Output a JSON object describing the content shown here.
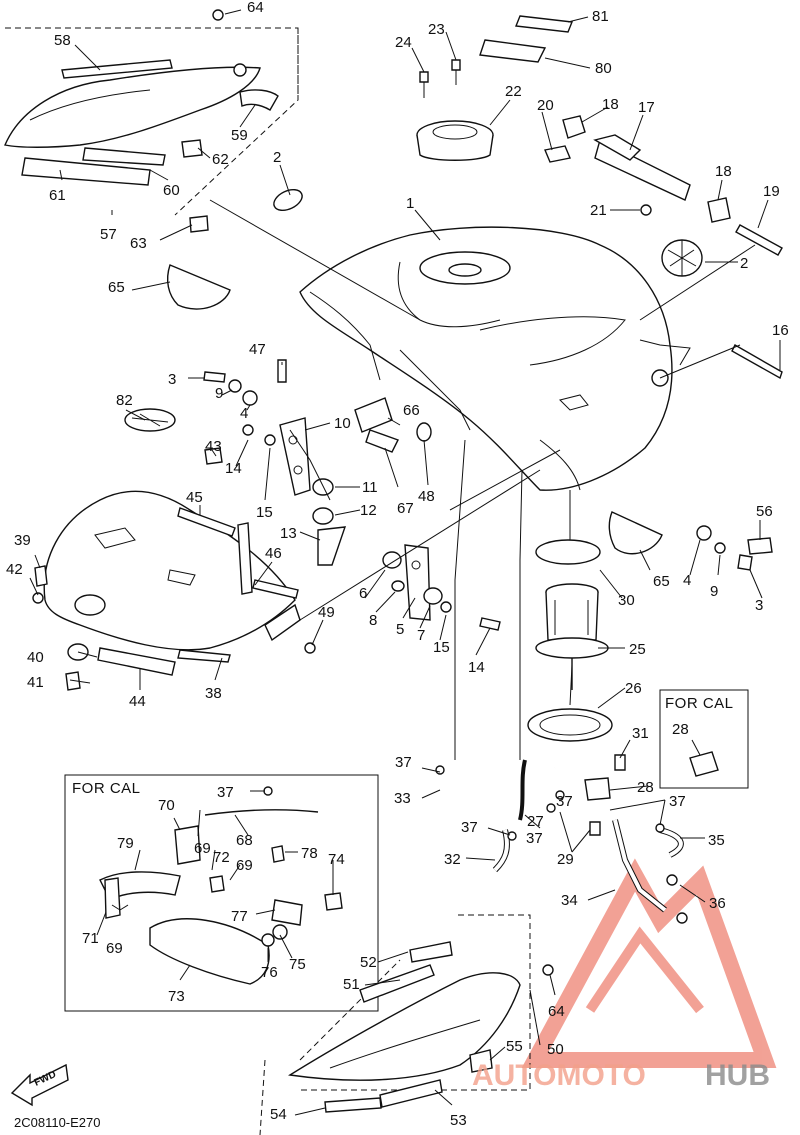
{
  "diagram": {
    "document_code": "2C08110-E270",
    "for_cal_label": "FOR CAL",
    "fwd_label": "FWD",
    "watermark": {
      "part_a": "AUTOMOTO",
      "part_b": "HUB"
    },
    "callouts": [
      "1",
      "2",
      "2",
      "3",
      "3",
      "4",
      "4",
      "5",
      "6",
      "7",
      "8",
      "9",
      "9",
      "10",
      "11",
      "12",
      "13",
      "14",
      "14",
      "15",
      "15",
      "16",
      "17",
      "18",
      "18",
      "19",
      "20",
      "21",
      "22",
      "23",
      "24",
      "25",
      "26",
      "27",
      "28",
      "28",
      "29",
      "30",
      "31",
      "32",
      "33",
      "34",
      "35",
      "36",
      "37",
      "37",
      "37",
      "37",
      "37",
      "37",
      "38",
      "39",
      "40",
      "41",
      "42",
      "43",
      "44",
      "45",
      "46",
      "47",
      "48",
      "49",
      "50",
      "51",
      "52",
      "53",
      "54",
      "55",
      "56",
      "57",
      "58",
      "59",
      "60",
      "61",
      "62",
      "63",
      "64",
      "64",
      "65",
      "65",
      "66",
      "67",
      "68",
      "69",
      "69",
      "69",
      "70",
      "71",
      "72",
      "73",
      "74",
      "75",
      "76",
      "77",
      "78",
      "79",
      "80",
      "81",
      "82"
    ]
  },
  "colors": {
    "line": "#111111",
    "watermark_red": "#e8553f",
    "watermark_gray": "#8a8a8a"
  }
}
